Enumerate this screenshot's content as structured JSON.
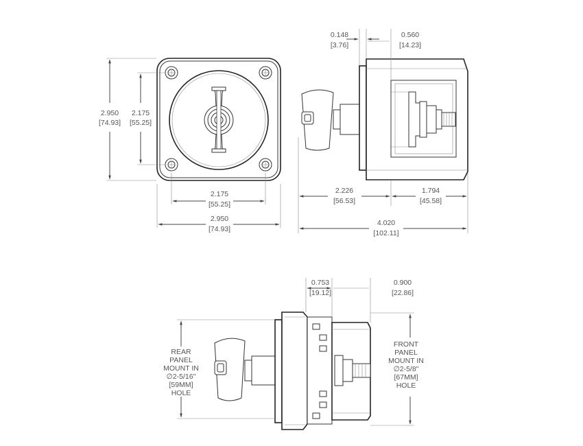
{
  "dimensions": {
    "front_height": {
      "in": "2.950",
      "mm": "[74.93]"
    },
    "front_hole_height": {
      "in": "2.175",
      "mm": "[55.25]"
    },
    "front_hole_width": {
      "in": "2.175",
      "mm": "[55.25]"
    },
    "front_width": {
      "in": "2.950",
      "mm": "[74.93]"
    },
    "side_flange": {
      "in": "0.148",
      "mm": "[3.76]"
    },
    "side_body_top": {
      "in": "0.560",
      "mm": "[14.23]"
    },
    "side_front_depth": {
      "in": "2.226",
      "mm": "[56.53]"
    },
    "side_rear_depth": {
      "in": "1.794",
      "mm": "[45.58]"
    },
    "side_total": {
      "in": "4.020",
      "mm": "[102.11]"
    },
    "bottom_left": {
      "in": "0.753",
      "mm": "[19.12]"
    },
    "bottom_right": {
      "in": "0.900",
      "mm": "[22.86]"
    }
  },
  "notes": {
    "rear": [
      "REAR",
      "PANEL",
      "MOUNT IN",
      "∅2-5/16\"",
      "[59MM]",
      "HOLE"
    ],
    "front": [
      "FRONT",
      "PANEL",
      "MOUNT IN",
      "∅2-5/8\"",
      "[67MM]",
      "HOLE"
    ]
  }
}
